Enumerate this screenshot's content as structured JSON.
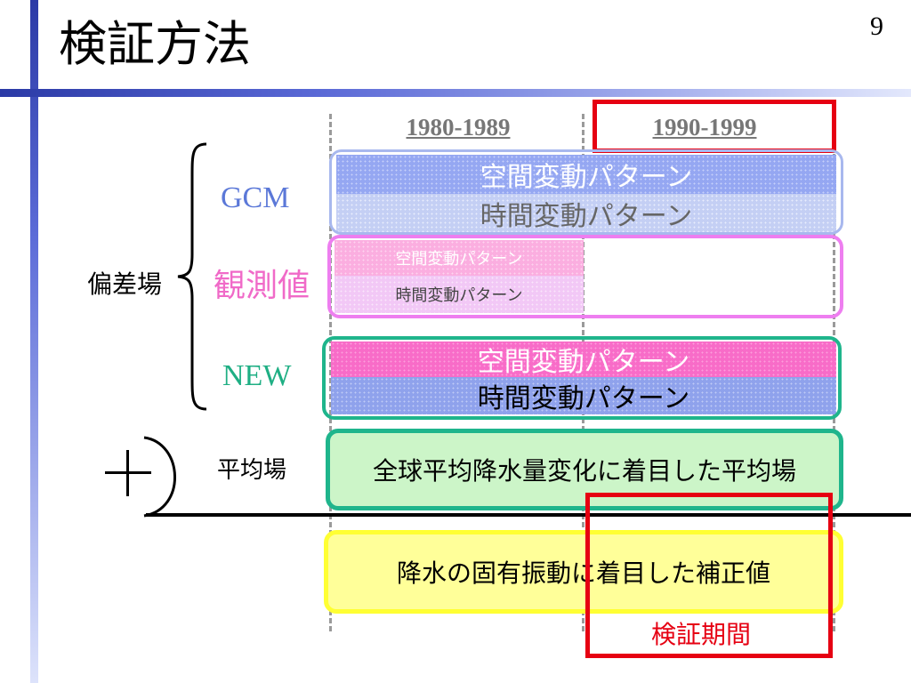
{
  "slide": {
    "title": "検証方法",
    "page_number": "9"
  },
  "periods": {
    "first": "1980-1989",
    "second": "1990-1999"
  },
  "labels": {
    "anomaly_field": "偏差場",
    "gcm": "GCM",
    "observed": "観測値",
    "new": "NEW",
    "mean_field": "平均場",
    "plus": "+",
    "verification_period": "検証期間"
  },
  "bands": {
    "gcm_spatial": "空間変動パターン",
    "gcm_temporal": "時間変動パターン",
    "obs_spatial": "空間変動パターン",
    "obs_temporal": "時間変動パターン",
    "new_spatial": "空間変動パターン",
    "new_temporal": "時間変動パターン",
    "mean_field": "全球平均降水量変化に着目した平均場",
    "correction": "降水の固有振動に着目した補正値"
  },
  "colors": {
    "gcm": "#5b78d8",
    "observed": "#f06ac8",
    "new": "#1faf84",
    "verification": "#e60012",
    "mean_box": "#ccf5c8",
    "correction_box": "#ffff99"
  }
}
